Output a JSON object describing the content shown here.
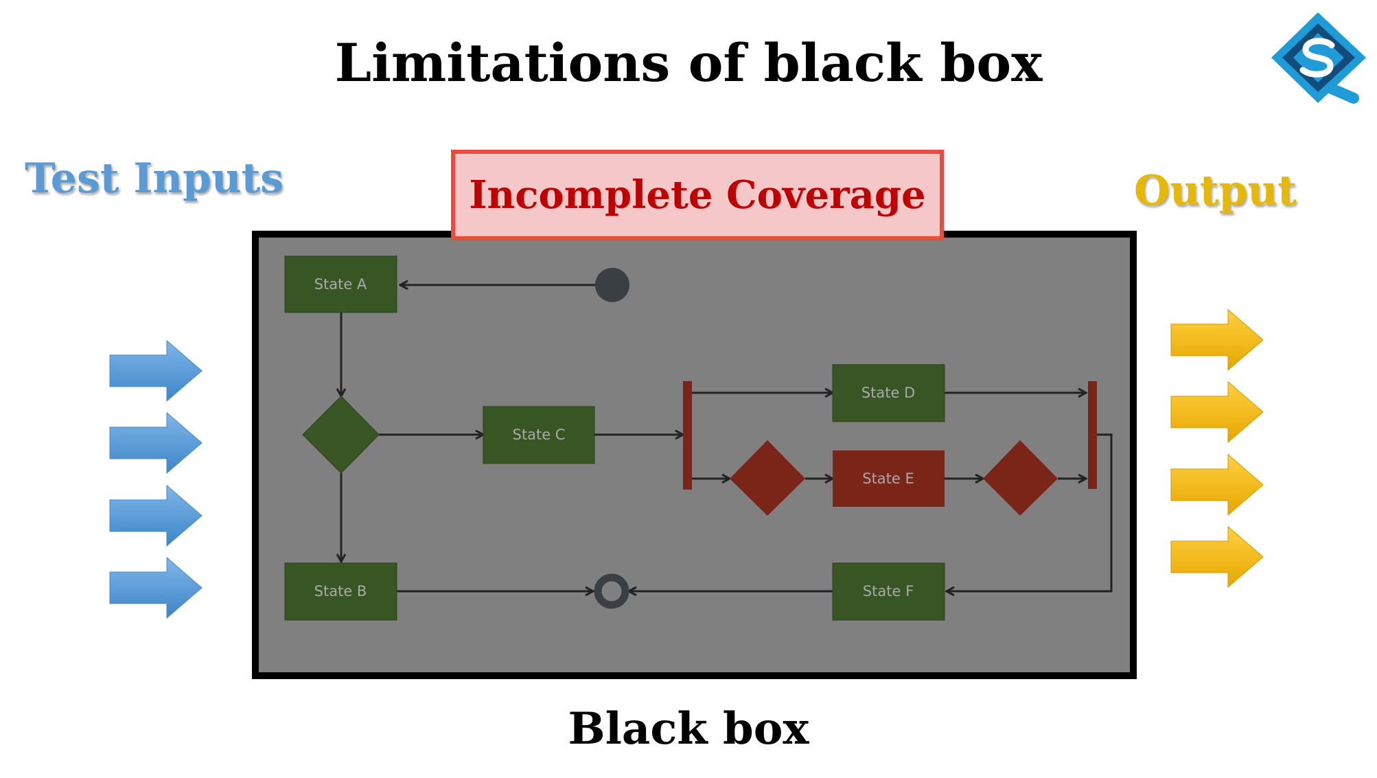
{
  "title": "Limitations of black box",
  "labels": {
    "test_inputs": "Test Inputs",
    "output": "Output",
    "coverage": "Incomplete Coverage",
    "black_box": "Black box"
  },
  "states": {
    "a": "State A",
    "b": "State B",
    "c": "State C",
    "d": "State D",
    "e": "State E",
    "f": "State F"
  },
  "colors": {
    "black_box_fill": "#808080",
    "black_box_border": "#000000",
    "state_green": "#375623",
    "state_red": "#7b2518",
    "input_arrow": "#5b9bd5",
    "output_arrow": "#ffc000",
    "coverage_fill": "#f4c7c8",
    "coverage_border": "#e74c3c",
    "coverage_text": "#c00000"
  },
  "logo": {
    "icon": "magnifier-s-logo-icon"
  }
}
